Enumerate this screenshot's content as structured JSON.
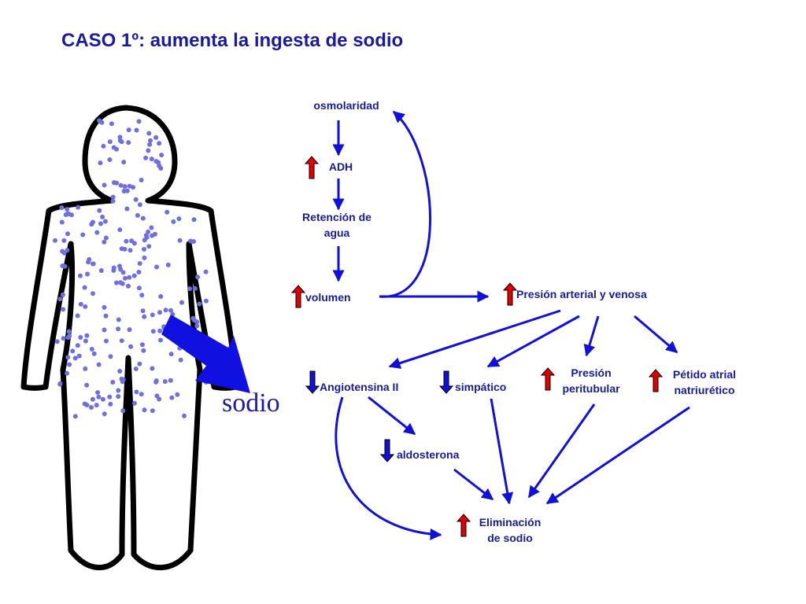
{
  "title": "CASO 1º: aumenta  la ingesta de sodio",
  "colors": {
    "text": "#1a1aa0",
    "arrow": "#1010d8",
    "up": "#e00000",
    "down": "#1010d8"
  },
  "body_label": "sodio",
  "nodes": {
    "osmolaridad": "osmolaridad",
    "adh": "ADH",
    "retencion": "Retención de\nagua",
    "volumen": "volumen",
    "presion_arterial": "Presión arterial y venosa",
    "angiotensina": "Angiotensina II",
    "simpatico": "simpático",
    "presion_peritubular": "Presión\nperitubular",
    "peptido": "Pétido atrial\nnatriurético",
    "aldosterona": "aldosterona",
    "eliminacion": "Eliminación\nde sodio"
  },
  "indicators": {
    "adh": "up",
    "volumen": "up",
    "presion_arterial": "up",
    "angiotensina": "down",
    "simpatico": "down",
    "presion_peritubular": "up",
    "peptido": "up",
    "aldosterona": "down",
    "eliminacion": "up"
  }
}
